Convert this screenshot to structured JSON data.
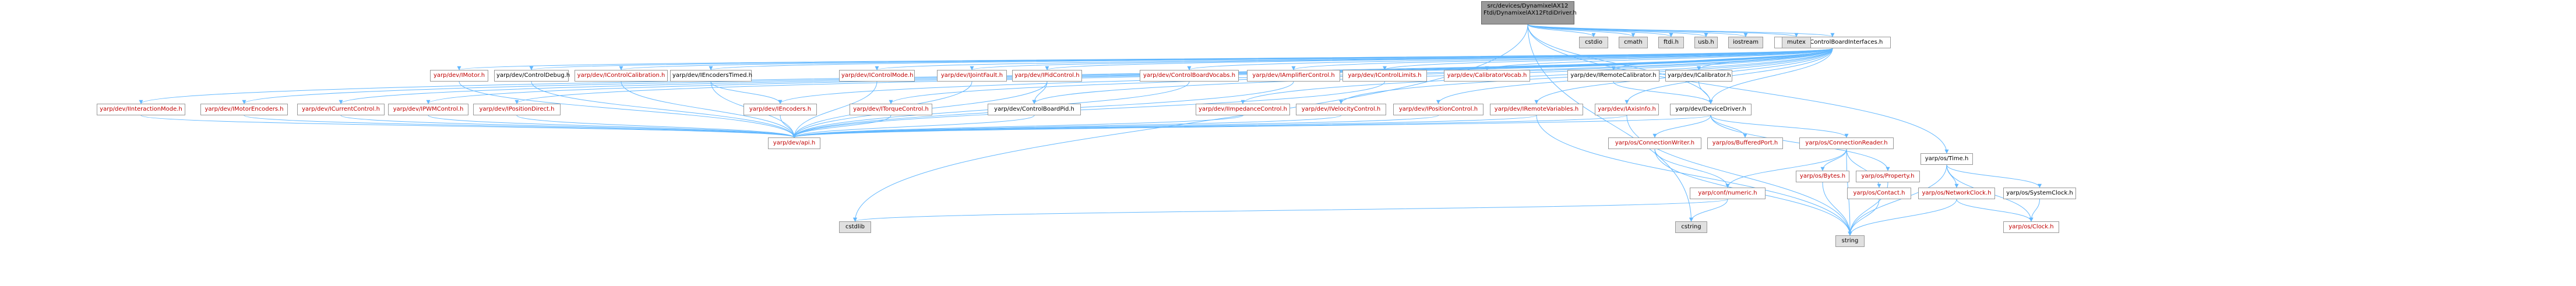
{
  "colors": {
    "edge": "#63b8ff",
    "edge_gray": "#8a8a8a",
    "node_border": "#999999",
    "link_text": "#c00000",
    "root_fill": "#999999",
    "ext_fill": "#e0e0e0"
  },
  "nodes": {
    "root": "src/devices/DynamixelAX12\nFtdi/DynamixelAX12FtdiDriver.h",
    "cbi": "yarp/dev/ControlBoardInterfaces.h",
    "cstdio": "cstdio",
    "cmath": "cmath",
    "ftdi": "ftdi.h",
    "usb": "usb.h",
    "iostream": "iostream",
    "mutex": "mutex",
    "cstdlib": "cstdlib",
    "cstring": "cstring",
    "string": "string",
    "imotor": "yarp/dev/IMotor.h",
    "controldebug": "yarp/dev/ControlDebug.h",
    "icontrolcal": "yarp/dev/IControlCalibration.h",
    "iencoderstimed": "yarp/dev/IEncodersTimed.h",
    "icontrolmode": "yarp/dev/IControlMode.h",
    "ijointfault": "yarp/dev/IJointFault.h",
    "ipidcontrol": "yarp/dev/IPidControl.h",
    "cbvocabs": "yarp/dev/ControlBoardVocabs.h",
    "iampcontrol": "yarp/dev/IAmplifierControl.h",
    "icontrollimits": "yarp/dev/IControlLimits.h",
    "calvocab": "yarp/dev/CalibratorVocab.h",
    "iremotecal": "yarp/dev/IRemoteCalibrator.h",
    "icalibrator": "yarp/dev/ICalibrator.h",
    "iinteraction": "yarp/dev/IInteractionMode.h",
    "imotorenc": "yarp/dev/IMotorEncoders.h",
    "icurrent": "yarp/dev/ICurrentControl.h",
    "ipwm": "yarp/dev/IPWMControl.h",
    "iposdirect": "yarp/dev/IPositionDirect.h",
    "iencoders": "yarp/dev/IEncoders.h",
    "itorque": "yarp/dev/ITorqueControl.h",
    "cbpid": "yarp/dev/ControlBoardPid.h",
    "iimpedance": "yarp/dev/IImpedanceControl.h",
    "ivelocity": "yarp/dev/IVelocityControl.h",
    "iposition": "yarp/dev/IPositionControl.h",
    "iremotevars": "yarp/dev/IRemoteVariables.h",
    "iaxisinfo": "yarp/dev/IAxisInfo.h",
    "devicedriver": "yarp/dev/DeviceDriver.h",
    "api": "yarp/dev/api.h",
    "connwriter": "yarp/os/ConnectionWriter.h",
    "bufferedport": "yarp/os/BufferedPort.h",
    "connreader": "yarp/os/ConnectionReader.h",
    "property": "yarp/os/Property.h",
    "confnumeric": "yarp/conf/numeric.h",
    "bytes": "yarp/os/Bytes.h",
    "contact": "yarp/os/Contact.h",
    "time": "yarp/os/Time.h",
    "networkclock": "yarp/os/NetworkClock.h",
    "systemclock": "yarp/os/SystemClock.h",
    "clock": "yarp/os/Clock.h"
  }
}
